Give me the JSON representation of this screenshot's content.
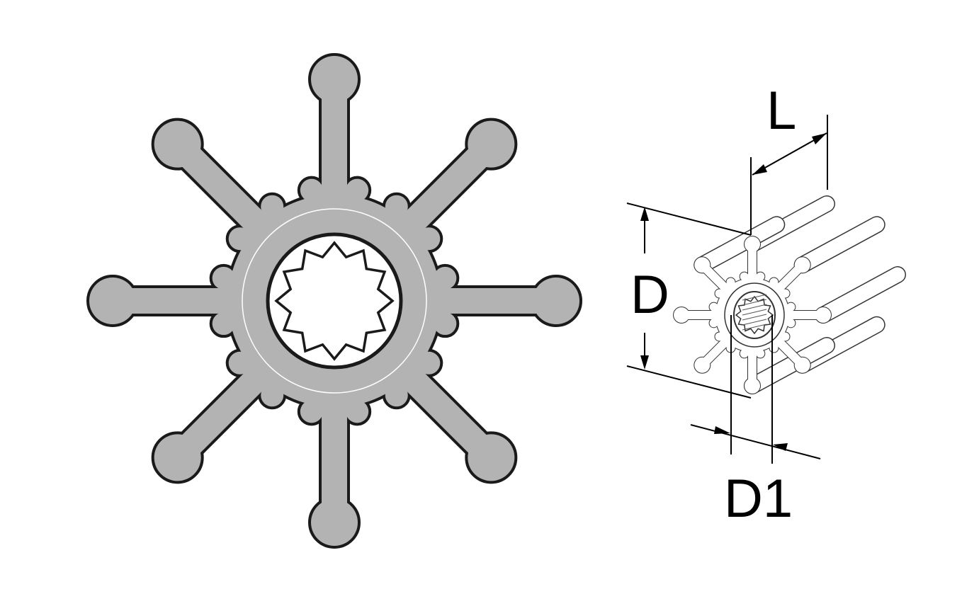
{
  "colors": {
    "impeller_fill": "#b3b3b3",
    "outline": "#1a1a1a",
    "background": "#ffffff"
  },
  "impeller": {
    "blade_count": 8,
    "spline_teeth": 12
  },
  "labels": {
    "length": "L",
    "diameter": "D",
    "shaft_diameter": "D1"
  }
}
